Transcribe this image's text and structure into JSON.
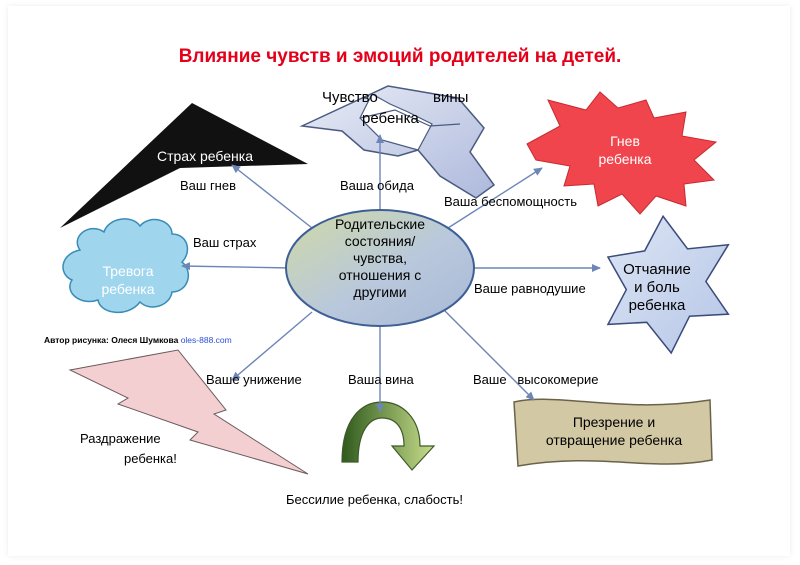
{
  "title": "Влияние чувств и эмоций родителей на детей.",
  "colors": {
    "title": "#e5001a",
    "arrow": "#6d86b8",
    "center_fill": "#b9c8dc",
    "center_fill_accent": "#cfd9a6",
    "fear_shape": "#111111",
    "anxiety_cloud": "#9fd6ee",
    "anger_star": "#f0454c",
    "despair_star": "#c9d6ee",
    "contempt_banner": "#d3c8a4",
    "irritation_bolt": "#f4cfd1",
    "guilt_shape": "#c4cde6",
    "powerless_arrow": "#b7d27a"
  },
  "center": {
    "lines": [
      "Родительские",
      "состояния/",
      "чувства,",
      "отношения с",
      "другими"
    ]
  },
  "children_states": {
    "fear": "Страх ребенка",
    "guilt_line1": "Чувство",
    "guilt_line1b": "вины",
    "guilt_line2": "ребенка",
    "anger_line1": "Гнев",
    "anger_line2": "ребенка",
    "anxiety_line1": "Тревога",
    "anxiety_line2": "ребенка",
    "despair_line1": "Отчаяние",
    "despair_line2": "и боль",
    "despair_line3": "ребенка",
    "irritation_line1": "Раздражение",
    "irritation_line2": "ребенка!",
    "powerless": "Бессилие ребенка, слабость!",
    "contempt_line1": "Презрение и",
    "contempt_line2": "отвращение ребенка"
  },
  "parent_states": {
    "anger": "Ваш гнев",
    "offense": "Ваша обида",
    "helplessness": "Ваша беспомощность",
    "fear": "Ваш страх",
    "indifference": "Ваше равнодушие",
    "humiliation": "Ваше унижение",
    "guilt": "Ваша вина",
    "arrogance": "Ваше   высокомерие"
  },
  "author": {
    "label": "Автор рисунка: Олеся Шумкова",
    "site": "oles-888.com"
  },
  "icons": [
    "arrow-icon",
    "cloud-shape",
    "star-shape",
    "lightning-shape",
    "curved-arrow-shape",
    "banner-shape"
  ]
}
